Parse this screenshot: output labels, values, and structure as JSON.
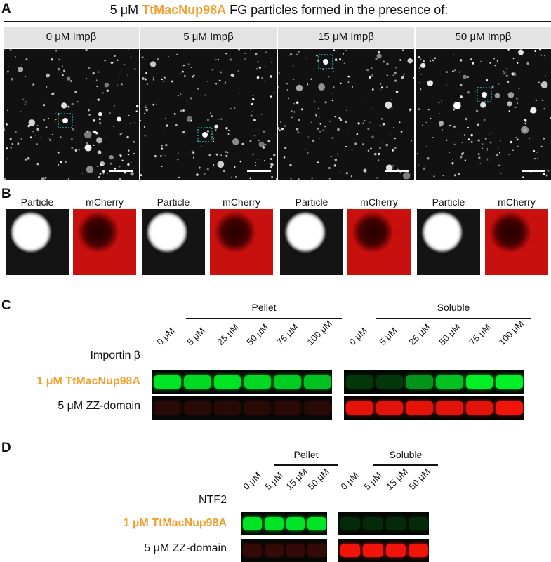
{
  "panelA": {
    "label": "A",
    "title_prefix": "5 μM ",
    "title_protein": "TtMacNup98A",
    "title_suffix": " FG particles formed in the presence of:",
    "columns": [
      {
        "label": "0 μM Impβ"
      },
      {
        "label": "5 μM Impβ"
      },
      {
        "label": "15 μM Impβ"
      },
      {
        "label": "50 μM Impβ"
      }
    ]
  },
  "panelB": {
    "label": "B",
    "pairs": [
      {
        "a": "Particle",
        "b": "mCherry"
      },
      {
        "a": "Particle",
        "b": "mCherry"
      },
      {
        "a": "Particle",
        "b": "mCherry"
      },
      {
        "a": "Particle",
        "b": "mCherry"
      }
    ]
  },
  "panelC": {
    "label": "C",
    "pellet": "Pellet",
    "soluble": "Soluble",
    "titrant": "Importin β",
    "lanes": [
      "0 μM",
      "5 μM",
      "25 μM",
      "50 μM",
      "75 μM",
      "100 μM"
    ],
    "row1": "1 μM TtMacNup98A",
    "row2": "5 μM ZZ-domain",
    "green_pellet": [
      0.95,
      0.9,
      0.95,
      0.9,
      0.85,
      0.8
    ],
    "green_soluble": [
      0.2,
      0.2,
      0.6,
      0.8,
      1,
      1
    ],
    "red_pellet": [
      0.15,
      0.15,
      0.15,
      0.15,
      0.15,
      0.15
    ],
    "red_soluble": [
      0.95,
      0.95,
      0.95,
      0.95,
      0.95,
      1
    ]
  },
  "panelD": {
    "label": "D",
    "pellet": "Pellet",
    "soluble": "Soluble",
    "titrant": "NTF2",
    "lanes": [
      "0 μM",
      "5 μM",
      "15 μM",
      "50 μM"
    ],
    "row1": "1 μM TtMacNup98A",
    "row2": "5 μM ZZ-domain",
    "green_pellet": [
      0.95,
      0.95,
      0.95,
      0.95
    ],
    "green_soluble": [
      0.15,
      0.15,
      0.15,
      0.15
    ],
    "red_pellet": [
      0.2,
      0.2,
      0.2,
      0.2
    ],
    "red_soluble": [
      1,
      1,
      1,
      1
    ]
  },
  "colors": {
    "orange": "#f0a030",
    "cyan": "#2ad0d0"
  }
}
